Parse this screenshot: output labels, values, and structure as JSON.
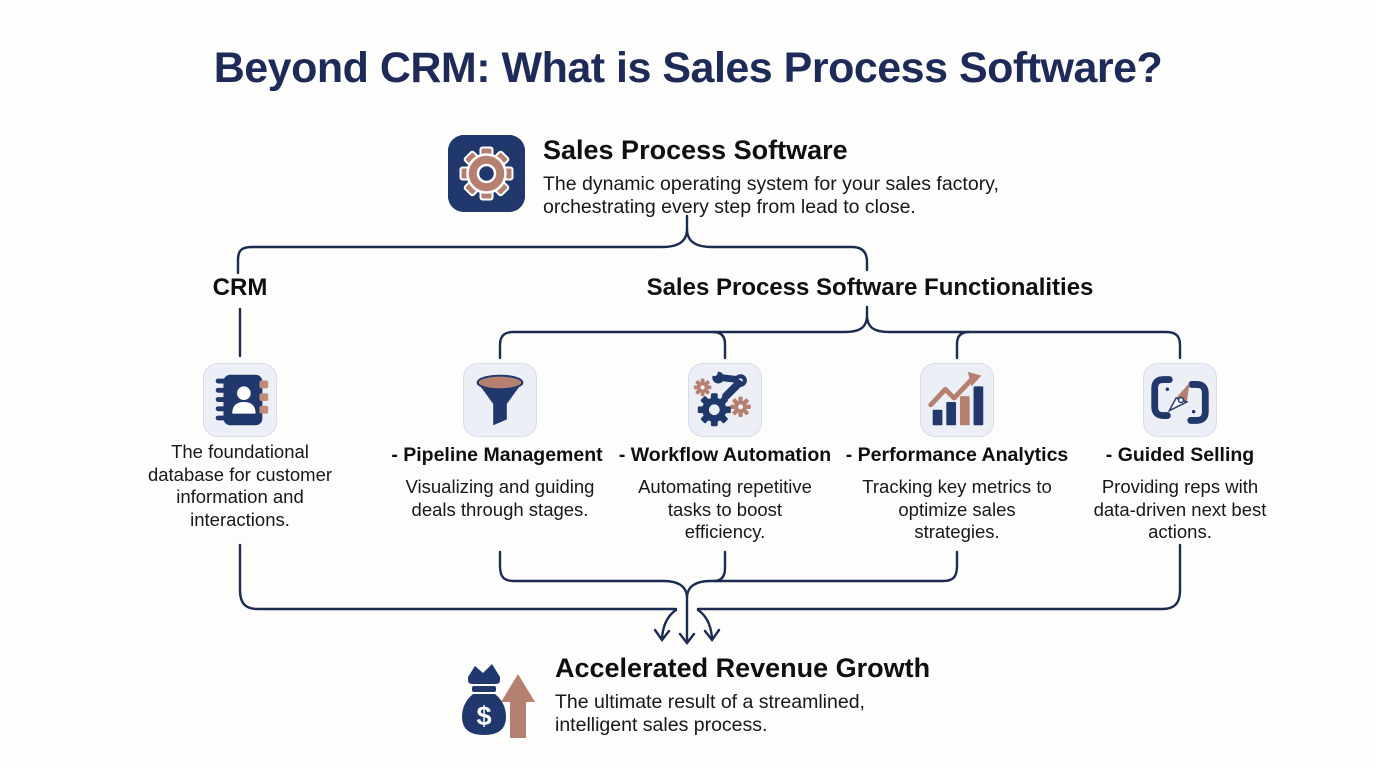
{
  "page": {
    "title": "Beyond CRM: What is Sales Process Software?"
  },
  "colors": {
    "navy": "#20386b",
    "line_navy": "#1c2b52",
    "rose": "#b5806f",
    "title_navy": "#1e2a58",
    "tile_bg": "#edeff6",
    "tile_border": "#d8dbe8"
  },
  "root_node": {
    "icon": "gear-icon",
    "title": "Sales Process Software",
    "description": "The dynamic operating system for your sales factory,\norchestrating every step from lead to close."
  },
  "branches": {
    "crm": {
      "label": "CRM",
      "icon": "contact-book-icon",
      "description": "The foundational\ndatabase for customer\ninformation and\ninteractions."
    },
    "functionalities": {
      "label": "Sales Process Software Functionalities",
      "items": [
        {
          "label": "- Pipeline Management",
          "icon": "funnel-icon",
          "description": "Visualizing and guiding\ndeals through stages."
        },
        {
          "label": "- Workflow Automation",
          "icon": "robotic-arm-gears-icon",
          "description": "Automating repetitive\ntasks to boost\nefficiency."
        },
        {
          "label": "- Performance Analytics",
          "icon": "bar-chart-growth-icon",
          "description": "Tracking key metrics to\noptimize sales\nstrategies."
        },
        {
          "label": "- Guided Selling",
          "icon": "map-compass-icon",
          "description": "Providing reps with\ndata-driven next best\nactions."
        }
      ]
    }
  },
  "result_node": {
    "icon": "money-bag-up-arrow-icon",
    "title": "Accelerated Revenue Growth",
    "description": "The ultimate result of a streamlined,\nintelligent sales process."
  }
}
